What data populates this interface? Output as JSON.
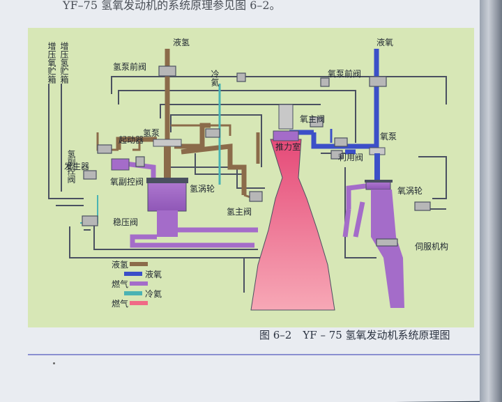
{
  "page": {
    "top_text": "YF–75 氢氧发动机的系统原理参见图 6–2。",
    "caption_number": "图 6–2",
    "caption_title": "YF – 75 氢氧发动机系统原理图"
  },
  "labels": {
    "pressurize_o": "增压氧贮箱",
    "pressurize_h": "增压氢贮箱",
    "lh2_in": "液氢",
    "h_pump_valve": "氢泵前阀",
    "cold_he": "冷氦",
    "lox_in": "液氧",
    "o_pump_valve": "氧泵前阀",
    "h_aux_valve": "氢副控阀",
    "starter": "起动器",
    "h_pump": "氢泵",
    "o_main_valve": "氧主阀",
    "o_pump": "氧泵",
    "generator": "发生器",
    "thrust_chamber": "推力室",
    "utilization_valve": "利用阀",
    "o_aux_valve": "氧副控阀",
    "h_turbine": "氢涡轮",
    "o_turbine": "氧涡轮",
    "h_main_valve": "氢主阀",
    "regulator": "稳压阀",
    "servo": "伺服机构"
  },
  "legend": [
    {
      "label": "液氢",
      "color": "#8b6b4a"
    },
    {
      "label": "液氧",
      "color": "#3b4fc8"
    },
    {
      "label": "燃气",
      "color": "#a46cc9"
    },
    {
      "label": "冷氦",
      "color": "#4ab3b3"
    },
    {
      "label": "燃气",
      "color": "#f06a86"
    }
  ],
  "colors": {
    "lh2": "#8b6b4a",
    "lox": "#3b4fc8",
    "gas": "#a46cc9",
    "helium": "#4ab3b3",
    "gas_hot": "#f06a86",
    "pipe_gray": "#4a5060"
  }
}
